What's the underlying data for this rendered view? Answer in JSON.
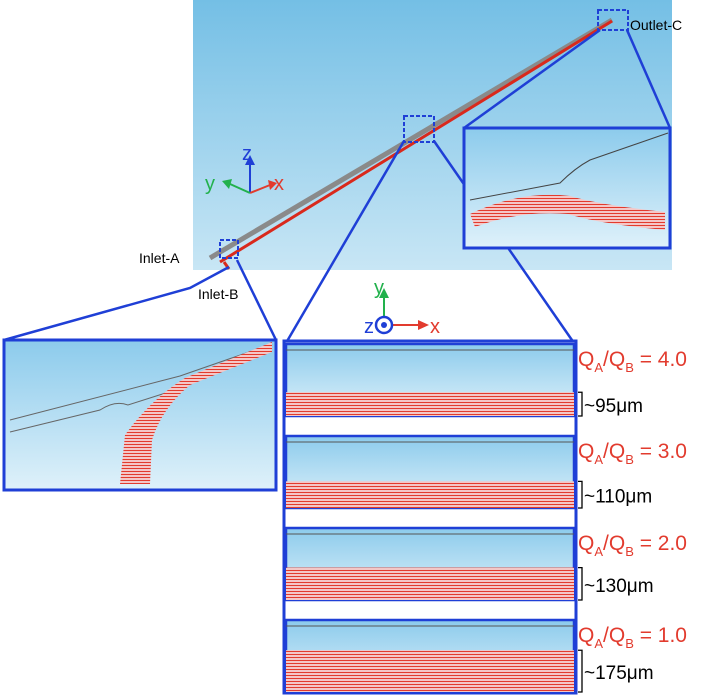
{
  "labels": {
    "inlet_a": "Inlet-A",
    "inlet_b": "Inlet-B",
    "outlet_c": "Outlet-C"
  },
  "axes_main": {
    "z": "z",
    "x": "x",
    "y": "y"
  },
  "axes_cross": {
    "y": "y",
    "z": "z",
    "x": "x"
  },
  "panels": [
    {
      "ratio_main": "Q",
      "sub_a": "A",
      "sep": "/Q",
      "sub_b": "B",
      "value": " = 4.0",
      "width": "~95μm",
      "stream_fraction": 0.33
    },
    {
      "ratio_main": "Q",
      "sub_a": "A",
      "sep": "/Q",
      "sub_b": "B",
      "value": " = 3.0",
      "width": "~110μm",
      "stream_fraction": 0.37
    },
    {
      "ratio_main": "Q",
      "sub_a": "A",
      "sep": "/Q",
      "sub_b": "B",
      "value": " = 2.0",
      "width": "~130μm",
      "stream_fraction": 0.45
    },
    {
      "ratio_main": "Q",
      "sub_a": "A",
      "sep": "/Q",
      "sub_b": "B",
      "value": " = 1.0",
      "width": "~175μm",
      "stream_fraction": 0.58
    }
  ],
  "colors": {
    "accent_red": "#e23b2e",
    "frame_blue": "#1f3fd6",
    "axis_green": "#22b14c",
    "axis_blue": "#1f3fd6"
  }
}
